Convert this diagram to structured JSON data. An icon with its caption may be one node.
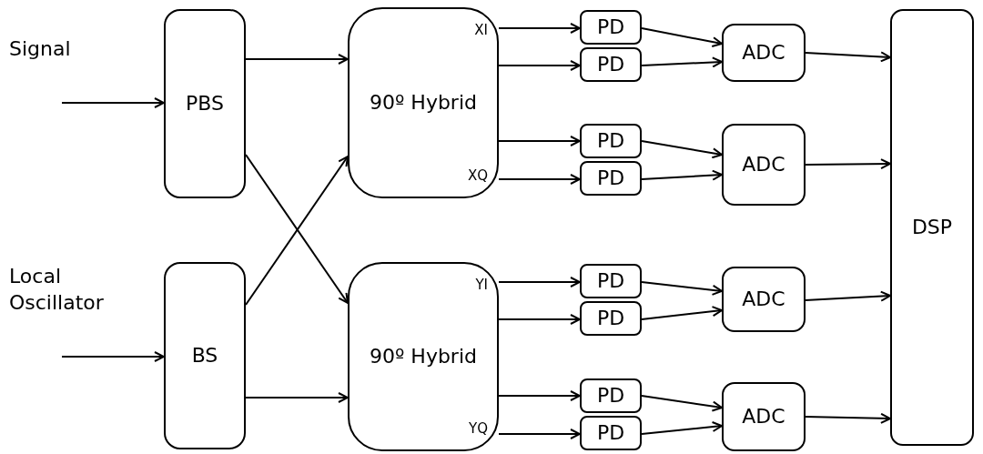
{
  "diagram": {
    "nodes": [
      {
        "text": [
          "PBS"
        ]
      },
      {
        "text": [
          "BS"
        ]
      },
      {
        "text": [
          "90º Hybrid",
          "XI",
          "XQ"
        ]
      },
      {
        "text": [
          "90º Hybrid",
          "YI",
          "YQ"
        ]
      },
      {
        "text": [
          "PD"
        ]
      },
      {
        "text": [
          "PD"
        ]
      },
      {
        "text": [
          "PD"
        ]
      },
      {
        "text": [
          "PD"
        ]
      },
      {
        "text": [
          "PD"
        ]
      },
      {
        "text": [
          "PD"
        ]
      },
      {
        "text": [
          "PD"
        ]
      },
      {
        "text": [
          "PD"
        ]
      },
      {
        "text": [
          "ADC"
        ]
      },
      {
        "text": [
          "ADC"
        ]
      },
      {
        "text": [
          "ADC"
        ]
      },
      {
        "text": [
          "ADC"
        ]
      },
      {
        "text": [
          "DSP"
        ]
      }
    ],
    "edges": [
      {
        "from": null,
        "to": 0,
        "arrow": "to"
      },
      {
        "from": null,
        "to": 1,
        "arrow": "to"
      },
      {
        "from": 0,
        "to": 2,
        "arrow": "to"
      },
      {
        "from": 0,
        "to": 3,
        "arrow": "to"
      },
      {
        "from": 1,
        "to": 2,
        "arrow": "to"
      },
      {
        "from": 1,
        "to": 3,
        "arrow": "to"
      },
      {
        "from": 2,
        "to": 4,
        "arrow": "to"
      },
      {
        "from": 2,
        "to": 5,
        "arrow": "to"
      },
      {
        "from": 2,
        "to": 6,
        "arrow": "to"
      },
      {
        "from": 2,
        "to": 7,
        "arrow": "to"
      },
      {
        "from": 3,
        "to": 8,
        "arrow": "to"
      },
      {
        "from": 3,
        "to": 9,
        "arrow": "to"
      },
      {
        "from": 3,
        "to": 10,
        "arrow": "to"
      },
      {
        "from": 3,
        "to": 11,
        "arrow": "to"
      },
      {
        "from": 4,
        "to": 12,
        "arrow": "to"
      },
      {
        "from": 5,
        "to": 12,
        "arrow": "to"
      },
      {
        "from": 6,
        "to": 13,
        "arrow": "to"
      },
      {
        "from": 7,
        "to": 13,
        "arrow": "to"
      },
      {
        "from": 8,
        "to": 14,
        "arrow": "to"
      },
      {
        "from": 9,
        "to": 14,
        "arrow": "to"
      },
      {
        "from": 10,
        "to": 15,
        "arrow": "to"
      },
      {
        "from": 11,
        "to": 15,
        "arrow": "to"
      },
      {
        "from": 12,
        "to": 16,
        "arrow": "to"
      },
      {
        "from": 13,
        "to": 16,
        "arrow": "to"
      },
      {
        "from": 14,
        "to": 16,
        "arrow": "to"
      },
      {
        "from": 15,
        "to": 16,
        "arrow": "to"
      }
    ],
    "labels": [
      "Signal",
      "Local Oscillator"
    ]
  }
}
